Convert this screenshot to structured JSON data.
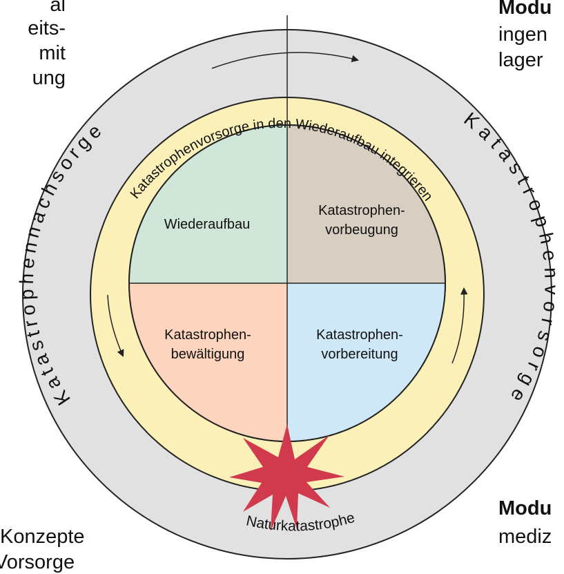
{
  "background_text": {
    "left_top": [
      "al",
      "eits-",
      "mit",
      "ung"
    ],
    "right_top_heading": "Modu",
    "right_top_lines": [
      "ingen",
      "lager"
    ],
    "left_bottom": [
      "Konzepte",
      "Vorsorge"
    ],
    "right_bottom_heading": "Modu",
    "right_bottom_lines": [
      "mediz",
      "..."
    ]
  },
  "diagram": {
    "outer_ring_left": "Katastrophennachsorge",
    "outer_ring_right": "Katastrophenvorsorge",
    "inner_ring": "Katastrophenvorsorge in den Wiederaufbau integrieren",
    "quadrants": [
      {
        "id": "top-left",
        "lines": [
          "Wiederaufbau"
        ],
        "color": "#cfe6d9"
      },
      {
        "id": "top-right",
        "lines": [
          "Katastrophen-",
          "vorbeugung"
        ],
        "color": "#d8cec1"
      },
      {
        "id": "bottom-left",
        "lines": [
          "Katastrophen-",
          "bewältigung"
        ],
        "color": "#fdd4bd"
      },
      {
        "id": "bottom-right",
        "lines": [
          "Katastrophen-",
          "vorbereitung"
        ],
        "color": "#cfe8f7"
      }
    ],
    "event_label": "Naturkatastrophe",
    "colors": {
      "outer_ring": "#e1e1e1",
      "inner_ring": "#fbf0b8",
      "star": "#d03a4c",
      "outline": "#222222"
    }
  }
}
